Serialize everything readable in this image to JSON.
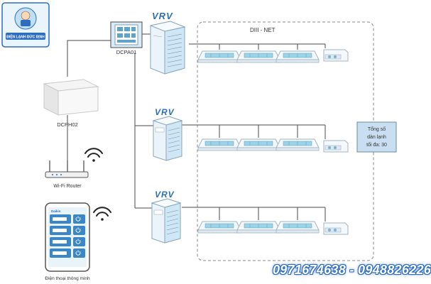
{
  "brand": {
    "logo_text": "ĐIỆN LẠNH ĐỨC ĐỊNH"
  },
  "devices": {
    "dcpa01_label": "DCPA01",
    "dcph02_label": "DCPH02",
    "router_label": "Wi-Fi Router",
    "phone_label": "Điện thoại thông minh",
    "phone_screen_title": "Daikin"
  },
  "vrv_logo": "VRV",
  "network_label": "DIII - NET",
  "capacity_note": [
    "Tổng số",
    "dàn lạnh",
    "tối đa: 30"
  ],
  "hotline": "0971674638 - 0948826226",
  "colors": {
    "line": "#4a4a4a",
    "unit_blue": "#cfe7f5",
    "accent": "#2b6fb5",
    "note_box": "#c9dff1"
  }
}
